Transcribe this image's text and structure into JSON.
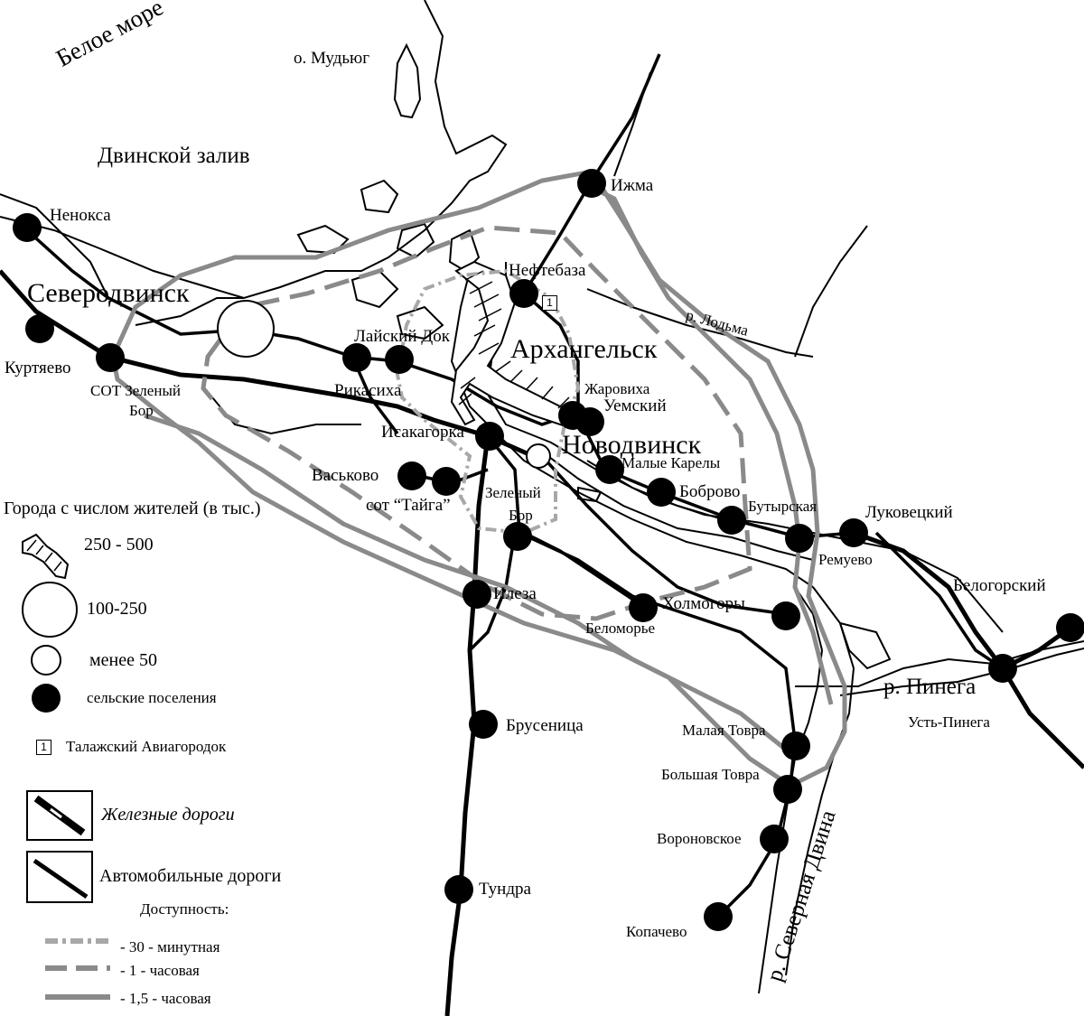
{
  "water": {
    "white_sea": "Белое  море",
    "mudyug": "о. Мудьюг",
    "dvina_bay": "Двинской залив",
    "lodma": "р. Лодьма",
    "pinega": "р. Пинега",
    "severnaya_dvina": "р. Северная Двина"
  },
  "cities": {
    "severodvinsk": "Северодвинск",
    "arkhangelsk": "Архангельск",
    "novodvinsk": "Новодвинск"
  },
  "places": {
    "nenoksa": "Ненокса",
    "kurtyaevo": "Куртяево",
    "sot_zeleny_bor": "СОТ Зеленый",
    "sot_zeleny_bor_2": "Бор",
    "izhma": "Ижма",
    "neftebaza": "Нефтебаза",
    "laisky_dok": "Лайский Док",
    "rikasikha": "Рикасиха",
    "isakagorka": "Исакагорка",
    "zharovikha": "Жаровиха",
    "uemsky": "Уемский",
    "malye_karely": "Малые Карелы",
    "vaskovo": "Васьково",
    "sot_taiga": "сот “Тайга”",
    "zeleny_bor": "Зеленый",
    "zeleny_bor_2": "Бор",
    "bobrovo": "Боброво",
    "butyrskaya": "Бутырская",
    "lukovetsky": "Луковецкий",
    "remuevo": "Ремуево",
    "belogorsky": "Белогорский",
    "ileza": "Илеза",
    "kholmogory": "Холмогоры",
    "belomorye": "Беломорье",
    "ust_pinega": "Усть-Пинега",
    "brusenitsa": "Брусеница",
    "malaya_tovra": "Малая Товра",
    "bolshaya_tovra": "Большая Товра",
    "voronovskoe": "Вороновское",
    "tundra": "Тундра",
    "kopachevo": "Копачево",
    "marker_1": "1"
  },
  "legend": {
    "title": "Города с числом жителей (в тыс.)",
    "pop_250_500": "250 - 500",
    "pop_100_250": "100-250",
    "pop_lt_50": "менее 50",
    "rural": "сельские поселения",
    "marker_num": "1",
    "talazh": "Талажский Авиагородок",
    "railways": "Железные дороги",
    "roads": "Автомобильные дороги",
    "access_title": "Доступность:",
    "access_30": "- 30 - минутная",
    "access_1h": "- 1 - часовая",
    "access_15h": "- 1,5 - часовая"
  },
  "colors": {
    "ink": "#000000",
    "isochrone": "#8a8a8a",
    "isochrone_light": "#a8a8a8",
    "paper": "#ffffff"
  }
}
